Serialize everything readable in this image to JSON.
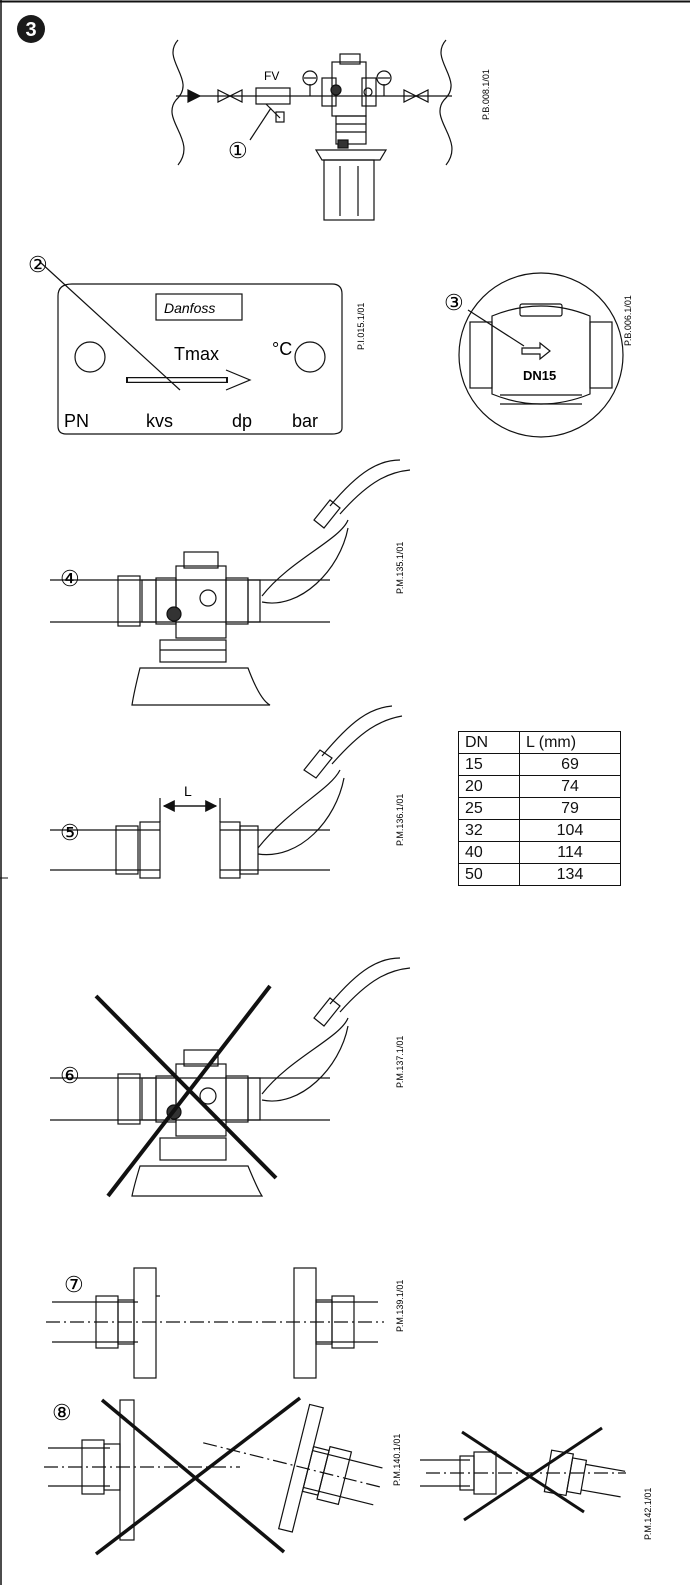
{
  "section_number": "3",
  "figures": {
    "fig1": {
      "marker": "①",
      "fv_label": "FV",
      "code": "P.B.008.1/01"
    },
    "fig2": {
      "marker": "②",
      "logo": "Danfoss",
      "tmax": "Tmax",
      "unit": "°C",
      "bottom_labels": [
        "PN",
        "kvs",
        "dp",
        "bar"
      ],
      "code": "P.I.015.1/01"
    },
    "fig3": {
      "marker": "③",
      "dn": "DN15",
      "code": "P.B.006.1/01"
    },
    "fig4": {
      "marker": "④",
      "code": "P.M.135.1/01"
    },
    "fig5": {
      "marker": "⑤",
      "dimension_label": "L",
      "code": "P.M.136.1/01"
    },
    "fig6": {
      "marker": "⑥",
      "code": "P.M.137.1/01"
    },
    "fig7": {
      "marker": "⑦",
      "code": "P.M.139.1/01"
    },
    "fig8": {
      "marker": "⑧",
      "code_a": "P.M.140.1/01",
      "code_b": "P.M.142.1/01"
    }
  },
  "table": {
    "headers": [
      "DN",
      "L (mm)"
    ],
    "rows": [
      [
        "15",
        "69"
      ],
      [
        "20",
        "74"
      ],
      [
        "25",
        "79"
      ],
      [
        "32",
        "104"
      ],
      [
        "40",
        "114"
      ],
      [
        "50",
        "134"
      ]
    ]
  }
}
